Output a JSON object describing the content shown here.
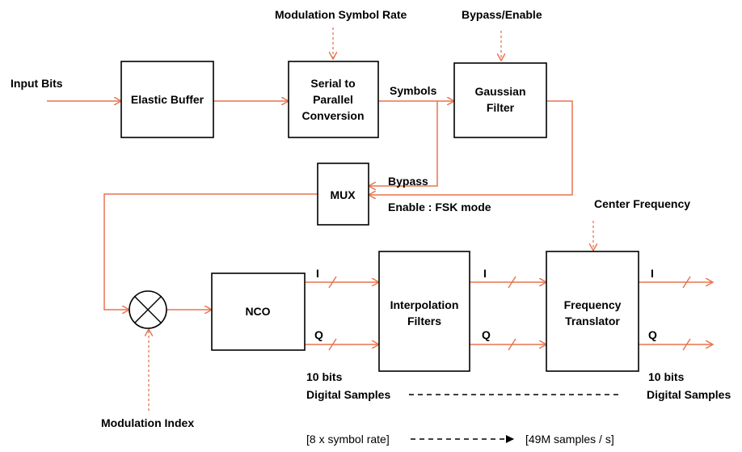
{
  "colors": {
    "signal": "#e8744f",
    "block_stroke": "#000000",
    "text": "#000000"
  },
  "blocks": {
    "elastic_buffer": "Elastic Buffer",
    "serial_parallel": [
      "Serial to",
      "Parallel",
      "Conversion"
    ],
    "gaussian_filter": [
      "Gaussian",
      "Filter"
    ],
    "mux": "MUX",
    "nco": "NCO",
    "interpolation_filters": [
      "Interpolation",
      "Filters"
    ],
    "frequency_translator": [
      "Frequency",
      "Translator"
    ]
  },
  "signals": {
    "input_bits": "Input Bits",
    "modulation_symbol_rate": "Modulation Symbol Rate",
    "bypass_enable": "Bypass/Enable",
    "symbols": "Symbols",
    "bypass": "Bypass",
    "enable_fsk": "Enable : FSK mode",
    "center_frequency": "Center Frequency",
    "modulation_index": "Modulation Index",
    "i_label": "I",
    "q_label": "Q"
  },
  "footer": {
    "bits_left": "10 bits",
    "digital_samples_left": "Digital Samples",
    "bits_right": "10 bits",
    "digital_samples_right": "Digital Samples",
    "rate_left": "[8 x symbol rate]",
    "rate_right": "[49M samples / s]"
  }
}
